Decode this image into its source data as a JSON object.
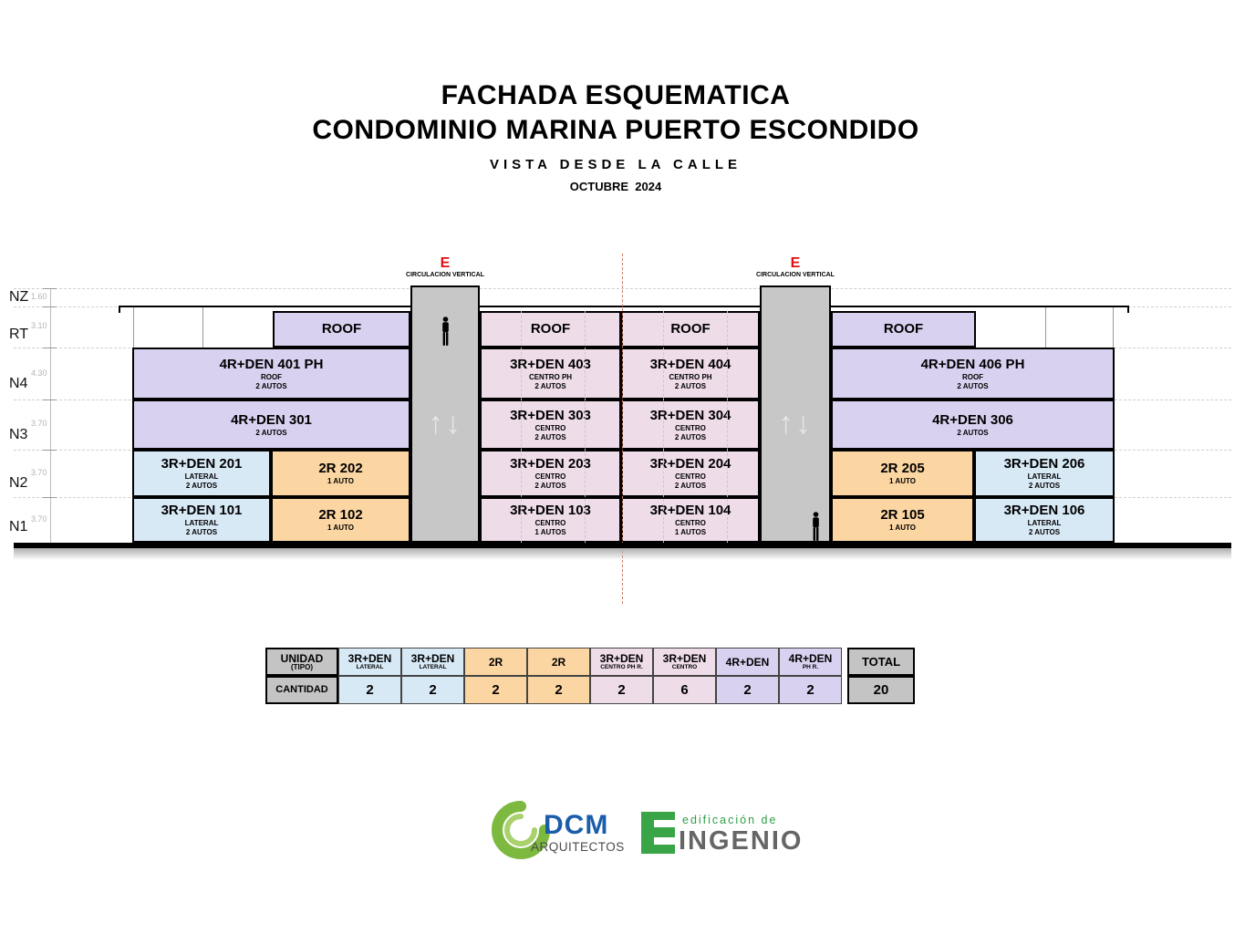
{
  "title": {
    "line1": "FACHADA ESQUEMATICA",
    "line2": "CONDOMINIO MARINA PUERTO ESCONDIDO",
    "subtitle": "VISTA DESDE LA CALLE",
    "date": "OCTUBRE  2024"
  },
  "axis": {
    "levels": [
      {
        "label": "NZ",
        "dim": "1.60"
      },
      {
        "label": "RT",
        "dim": "3.10"
      },
      {
        "label": "N4",
        "dim": "4.30"
      },
      {
        "label": "N3",
        "dim": "3.70"
      },
      {
        "label": "N2",
        "dim": "3.70"
      },
      {
        "label": "N1",
        "dim": "3.70"
      }
    ]
  },
  "towers": [
    {
      "label": "E",
      "sublabel": "CIRCULACION VERTICAL"
    },
    {
      "label": "E",
      "sublabel": "CIRCULACION VERTICAL"
    }
  ],
  "roofs": [
    {
      "label": "ROOF"
    },
    {
      "label": "ROOF"
    },
    {
      "label": "ROOF"
    },
    {
      "label": "ROOF"
    }
  ],
  "units": {
    "n4": [
      {
        "name": "4R+DEN 401 PH",
        "sub1": "ROOF",
        "sub2": "2 AUTOS"
      },
      {
        "name": "3R+DEN 403",
        "sub1": "CENTRO PH",
        "sub2": "2 AUTOS"
      },
      {
        "name": "3R+DEN 404",
        "sub1": "CENTRO PH",
        "sub2": "2 AUTOS"
      },
      {
        "name": "4R+DEN 406 PH",
        "sub1": "ROOF",
        "sub2": "2 AUTOS"
      }
    ],
    "n3": [
      {
        "name": "4R+DEN 301",
        "sub2": "2 AUTOS"
      },
      {
        "name": "3R+DEN 303",
        "sub1": "CENTRO",
        "sub2": "2 AUTOS"
      },
      {
        "name": "3R+DEN 304",
        "sub1": "CENTRO",
        "sub2": "2 AUTOS"
      },
      {
        "name": "4R+DEN 306",
        "sub2": "2 AUTOS"
      }
    ],
    "n2": [
      {
        "name": "3R+DEN 201",
        "sub1": "LATERAL",
        "sub2": "2 AUTOS"
      },
      {
        "name": "2R 202",
        "sub1": "1 AUTO"
      },
      {
        "name": "3R+DEN 203",
        "sub1": "CENTRO",
        "sub2": "2 AUTOS"
      },
      {
        "name": "3R+DEN 204",
        "sub1": "CENTRO",
        "sub2": "2 AUTOS"
      },
      {
        "name": "2R 205",
        "sub1": "1 AUTO"
      },
      {
        "name": "3R+DEN 206",
        "sub1": "LATERAL",
        "sub2": "2 AUTOS"
      }
    ],
    "n1": [
      {
        "name": "3R+DEN 101",
        "sub1": "LATERAL",
        "sub2": "2 AUTOS"
      },
      {
        "name": "2R 102",
        "sub1": "1 AUTO"
      },
      {
        "name": "3R+DEN 103",
        "sub1": "CENTRO",
        "sub2": "1 AUTOS"
      },
      {
        "name": "3R+DEN 104",
        "sub1": "CENTRO",
        "sub2": "1 AUTOS"
      },
      {
        "name": "2R 105",
        "sub1": "1 AUTO"
      },
      {
        "name": "3R+DEN 106",
        "sub1": "LATERAL",
        "sub2": "2 AUTOS"
      }
    ]
  },
  "summary_table": {
    "corner": {
      "main": "UNIDAD",
      "sub": "(TIPO)"
    },
    "row_label": "CANTIDAD",
    "columns": [
      {
        "main": "3R+DEN",
        "sub": "LATERAL",
        "qty": "2",
        "tone": "blue"
      },
      {
        "main": "3R+DEN",
        "sub": "LATERAL",
        "qty": "2",
        "tone": "blue"
      },
      {
        "main": "2R",
        "sub": "",
        "qty": "2",
        "tone": "orange"
      },
      {
        "main": "2R",
        "sub": "",
        "qty": "2",
        "tone": "orange"
      },
      {
        "main": "3R+DEN",
        "sub": "CENTRO PH R.",
        "qty": "2",
        "tone": "pink"
      },
      {
        "main": "3R+DEN",
        "sub": "CENTRO",
        "qty": "6",
        "tone": "pink"
      },
      {
        "main": "4R+DEN",
        "sub": "",
        "qty": "2",
        "tone": "purple"
      },
      {
        "main": "4R+DEN",
        "sub": "PH R.",
        "qty": "2",
        "tone": "purple"
      }
    ],
    "total": {
      "label": "TOTAL",
      "value": "20"
    }
  },
  "logos": {
    "dcm": {
      "name": "DCM",
      "sub": "ARQUITECTOS"
    },
    "ingenio": {
      "tagline": "edificación de",
      "name": "INGENIO"
    }
  },
  "colors": {
    "purple": "#d9d1f0",
    "pink": "#eedce9",
    "blue": "#d8e9f6",
    "orange": "#fbd6a3",
    "tower_gray": "#c7c7c7",
    "table_gray": "#c4c4c4",
    "accent_red": "#e01010",
    "dcm_blue": "#1a5dab",
    "logo_green": "#3aa546"
  }
}
